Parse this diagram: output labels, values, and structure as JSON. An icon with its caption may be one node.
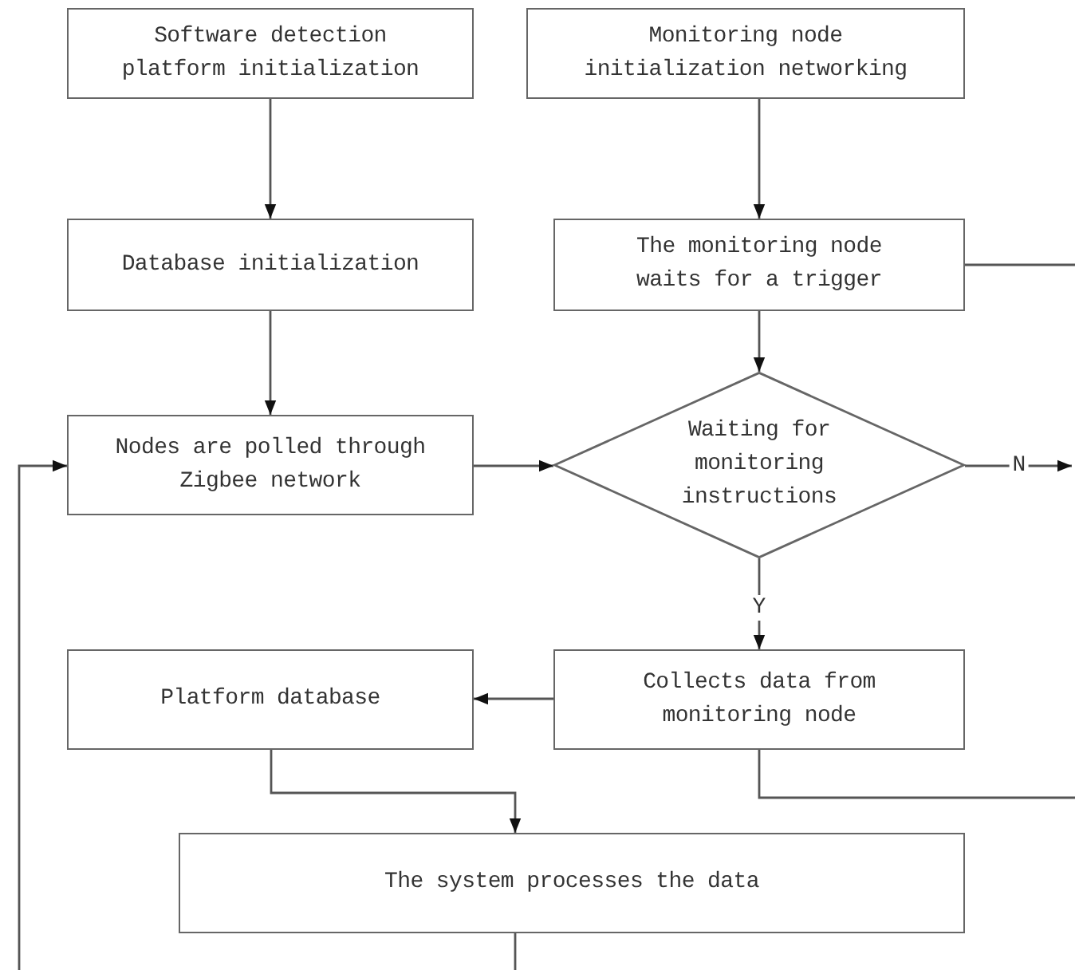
{
  "diagram": {
    "nodes": [
      {
        "text": [
          "Software detection platform initialization"
        ]
      },
      {
        "text": [
          "Monitoring node initialization networking"
        ]
      },
      {
        "text": [
          "Database initialization"
        ]
      },
      {
        "text": [
          "The monitoring node waits for a trigger"
        ]
      },
      {
        "text": [
          "Nodes are polled through Zigbee network"
        ]
      },
      {
        "text": [
          "Waiting for monitoring instructions"
        ]
      },
      {
        "text": [
          "Platform database"
        ]
      },
      {
        "text": [
          "Collects data from monitoring node"
        ]
      },
      {
        "text": [
          "The system processes the data"
        ]
      }
    ],
    "edges": [
      {
        "from": 0,
        "to": 2,
        "arrow": "to"
      },
      {
        "from": 2,
        "to": 4,
        "arrow": "to"
      },
      {
        "from": 1,
        "to": 3,
        "arrow": "to"
      },
      {
        "from": 3,
        "to": 5,
        "arrow": "to"
      },
      {
        "from": 4,
        "to": 5,
        "arrow": "to"
      },
      {
        "from": 5,
        "to": 7,
        "arrow": "to",
        "label": "Y"
      },
      {
        "from": 7,
        "to": 6,
        "arrow": "to"
      },
      {
        "from": 6,
        "to": 8,
        "arrow": "to"
      },
      {
        "from": 3,
        "to": null,
        "arrow": "none"
      },
      {
        "from": 5,
        "to": null,
        "arrow": "to",
        "label": "N"
      },
      {
        "from": 7,
        "to": null,
        "arrow": "none"
      },
      {
        "from": 8,
        "to": null,
        "arrow": "none"
      },
      {
        "from": null,
        "to": 4,
        "arrow": "to"
      }
    ]
  }
}
